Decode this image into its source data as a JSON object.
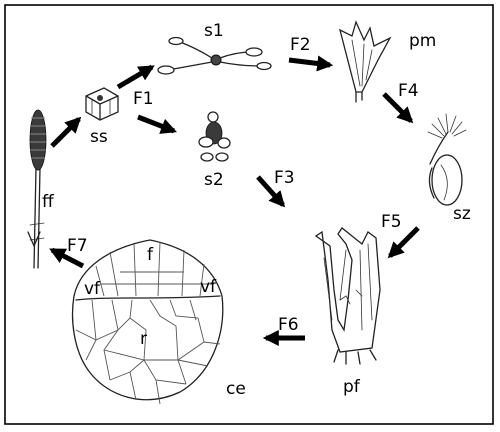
{
  "labels": {
    "s1": "s1",
    "pm": "pm",
    "ss": "ss",
    "s2": "s2",
    "sz": "sz",
    "ff": "ff",
    "f": "f",
    "vf_left": "vf",
    "vf_right": "vf",
    "r": "r",
    "ce": "ce",
    "pf": "pf"
  },
  "arrows": {
    "f1": "F1",
    "f2": "F2",
    "f3": "F3",
    "f4": "F4",
    "f5": "F5",
    "f6": "F6",
    "f7": "F7"
  },
  "colors": {
    "ink": "#222222",
    "frame": "#000000",
    "arrow": "#000000"
  }
}
